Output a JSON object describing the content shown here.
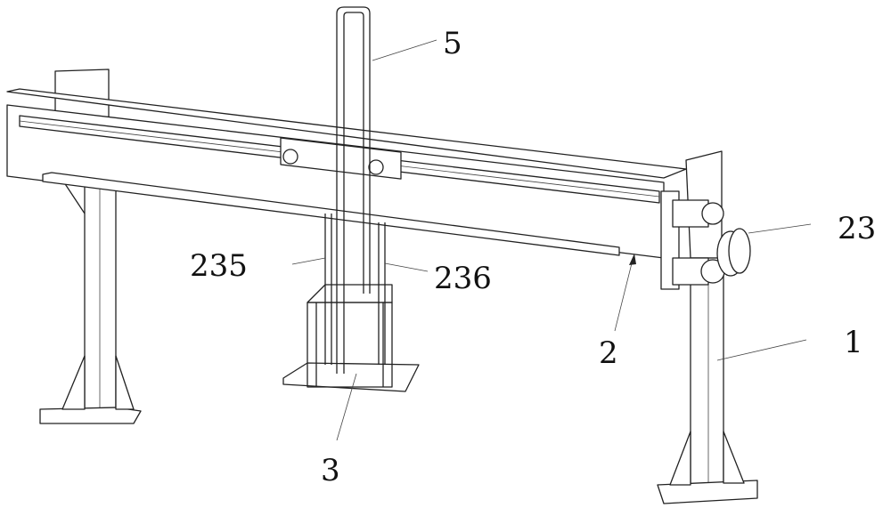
{
  "labels": {
    "part_5": "5",
    "part_23": "23",
    "part_235": "235",
    "part_236": "236",
    "part_2": "2",
    "part_1": "1",
    "part_3": "3"
  }
}
